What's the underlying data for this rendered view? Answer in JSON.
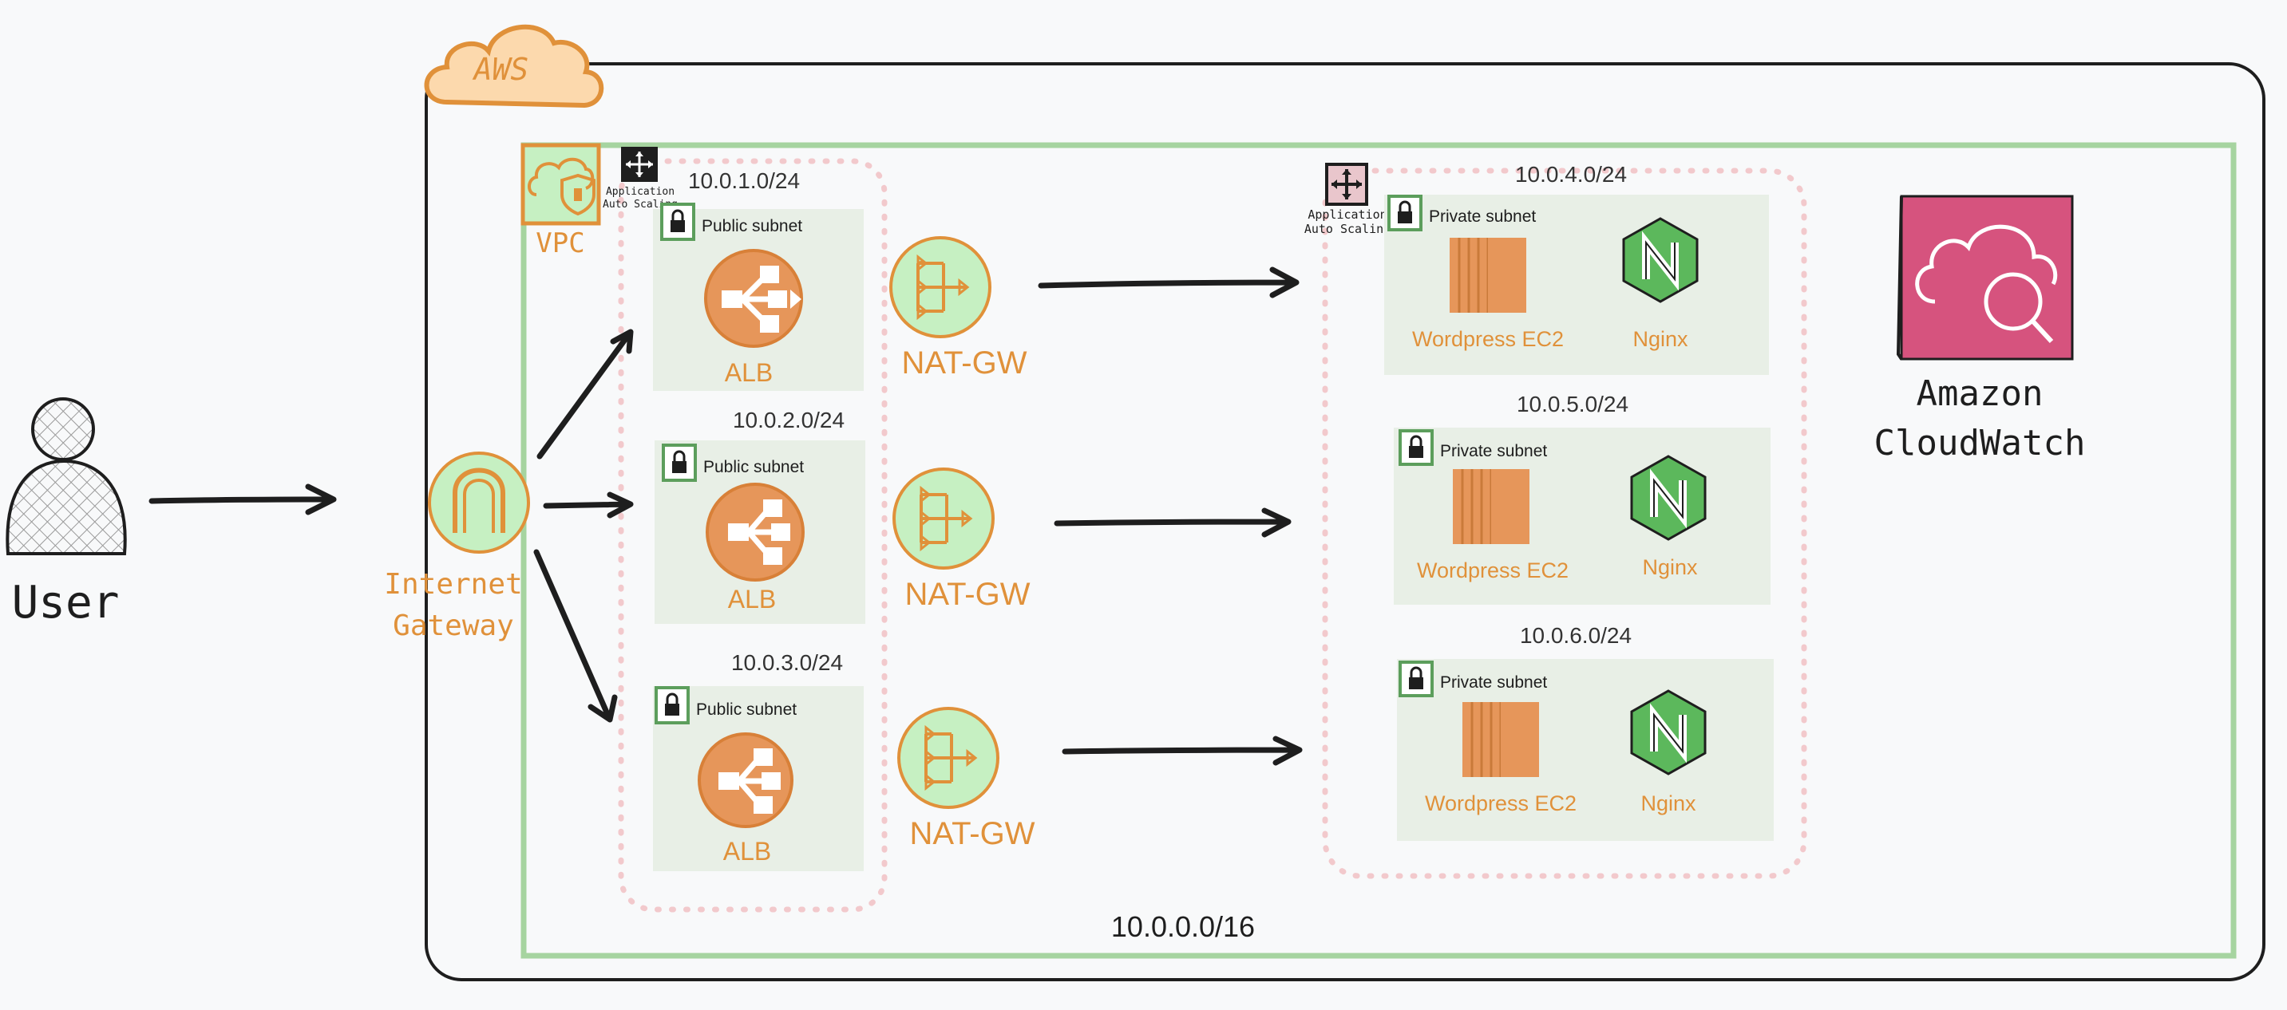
{
  "user": {
    "label": "User"
  },
  "aws": {
    "label": "AWS"
  },
  "vpc": {
    "label": "VPC",
    "cidr": "10.0.0.0/16"
  },
  "internet_gateway": {
    "line1": "Internet",
    "line2": "Gateway"
  },
  "auto_scaling": {
    "line1": "Application",
    "line2": "Auto Scaling"
  },
  "public_subnets": [
    {
      "cidr": "10.0.1.0/24",
      "label": "Public subnet",
      "service": "ALB"
    },
    {
      "cidr": "10.0.2.0/24",
      "label": "Public subnet",
      "service": "ALB"
    },
    {
      "cidr": "10.0.3.0/24",
      "label": "Public subnet",
      "service": "ALB"
    }
  ],
  "nat_gateways": [
    {
      "label": "NAT-GW"
    },
    {
      "label": "NAT-GW"
    },
    {
      "label": "NAT-GW"
    }
  ],
  "private_subnets": [
    {
      "cidr": "10.0.4.0/24",
      "label": "Private subnet",
      "ec2": "Wordpress EC2",
      "nginx": "Nginx"
    },
    {
      "cidr": "10.0.5.0/24",
      "label": "Private subnet",
      "ec2": "Wordpress EC2",
      "nginx": "Nginx"
    },
    {
      "cidr": "10.0.6.0/24",
      "label": "Private subnet",
      "ec2": "Wordpress EC2",
      "nginx": "Nginx"
    }
  ],
  "cloudwatch": {
    "line1": "Amazon",
    "line2": "CloudWatch"
  },
  "colors": {
    "orange": "#e0913a",
    "orange_fill": "#e6965a",
    "green_border": "#a6d4a0",
    "green_fill": "#c6f0c2",
    "subnet_fill": "#e8efe6",
    "pink_dash": "#f2c9cc",
    "cloudwatch_pink": "#d6537e",
    "nginx_green": "#5cb85c",
    "ink": "#1e1e1e"
  }
}
